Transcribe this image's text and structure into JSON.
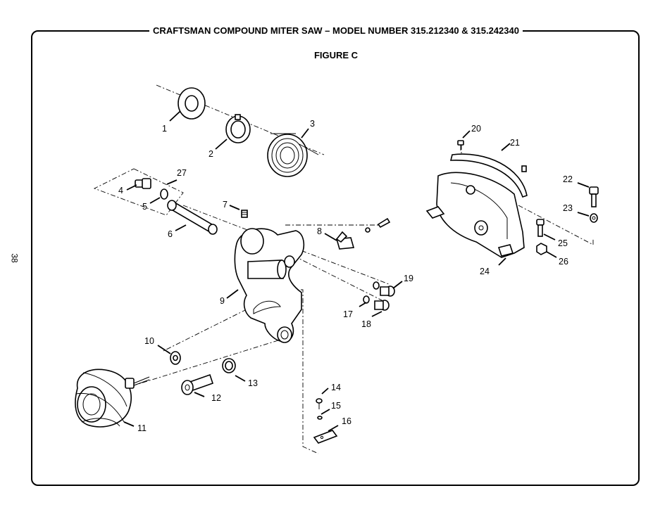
{
  "header": {
    "title": "CRAFTSMAN COMPOUND MITER SAW – MODEL NUMBER 315.212340 & 315.242340"
  },
  "figure": {
    "label": "FIGURE C"
  },
  "page": {
    "number": "38"
  },
  "callouts": {
    "c1": "1",
    "c2": "2",
    "c3": "3",
    "c4": "4",
    "c5": "5",
    "c6": "6",
    "c7": "7",
    "c8": "8",
    "c9": "9",
    "c10": "10",
    "c11": "11",
    "c12": "12",
    "c13": "13",
    "c14": "14",
    "c15": "15",
    "c16": "16",
    "c17": "17",
    "c18": "18",
    "c19": "19",
    "c20": "20",
    "c21": "21",
    "c22": "22",
    "c23": "23",
    "c24": "24",
    "c25": "25",
    "c26": "26",
    "c27": "27"
  }
}
